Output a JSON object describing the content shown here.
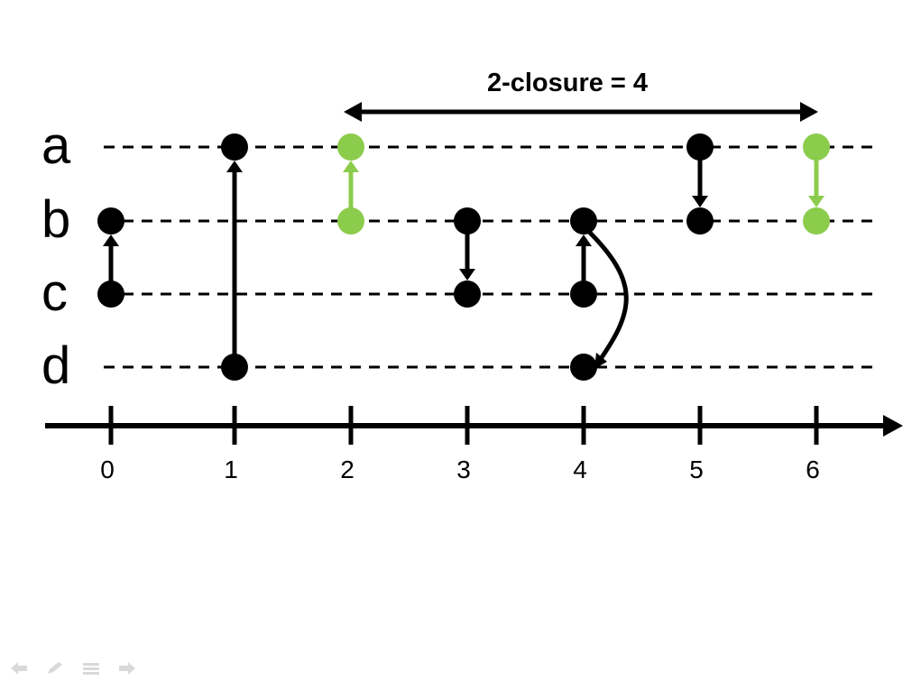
{
  "title": "2-closure  = 4",
  "lanes": [
    "a",
    "b",
    "c",
    "d"
  ],
  "ticks": [
    "0",
    "1",
    "2",
    "3",
    "4",
    "5",
    "6"
  ],
  "colors": {
    "default": "#000000",
    "highlight": "#8ccc4c"
  },
  "closure_span": {
    "from": 2,
    "to": 6
  },
  "edges": [
    {
      "t": 0,
      "from": "c",
      "to": "b",
      "color": "default",
      "kind": "straight"
    },
    {
      "t": 1,
      "from": "d",
      "to": "a",
      "color": "default",
      "kind": "straight"
    },
    {
      "t": 2,
      "from": "b",
      "to": "a",
      "color": "highlight",
      "kind": "straight"
    },
    {
      "t": 3,
      "from": "b",
      "to": "c",
      "color": "default",
      "kind": "straight"
    },
    {
      "t": 4,
      "from": "c",
      "to": "b",
      "color": "default",
      "kind": "straight"
    },
    {
      "t": 4,
      "from": "b",
      "to": "d",
      "color": "default",
      "kind": "curved"
    },
    {
      "t": 5,
      "from": "a",
      "to": "b",
      "color": "default",
      "kind": "straight"
    },
    {
      "t": 6,
      "from": "a",
      "to": "b",
      "color": "highlight",
      "kind": "straight"
    }
  ],
  "nav_icons": [
    "arrow-left-icon",
    "pen-icon",
    "menu-icon",
    "arrow-right-icon"
  ]
}
